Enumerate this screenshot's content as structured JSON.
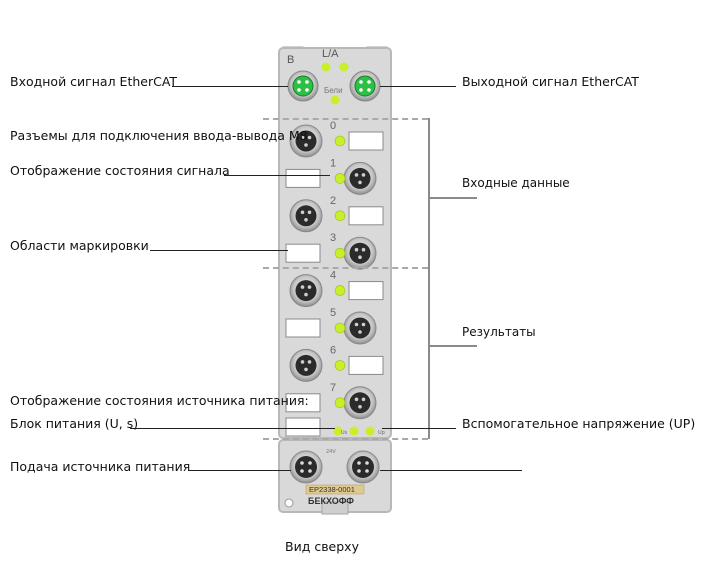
{
  "device": {
    "top_label_b": "B",
    "top_label_la": "L/A",
    "port_label": "Бели",
    "voltage_label": "24V",
    "supply_left": "Us",
    "supply_right": "Up",
    "model": "EP2338-0001",
    "brand": "БЕКХОФФ",
    "channels": [
      "0",
      "1",
      "2",
      "3",
      "4",
      "5",
      "6",
      "7"
    ]
  },
  "labels": {
    "ethercat_in": "Входной сигнал EtherCAT",
    "ethercat_out": "Выходной сигнал EtherCAT",
    "m8_connectors": "Разъемы для подключения ввода-вывода M8",
    "signal_status": "Отображение состояния сигнала",
    "marking_areas": "Области маркировки",
    "power_status": "Отображение состояния источника питания:",
    "power_unit": "Блок питания (U, s)",
    "power_supply": "Подача источника питания",
    "input_data": "Входные данные",
    "results": "Результаты",
    "aux_voltage": "Вспомогательное напряжение (UP)"
  },
  "caption": "Вид сверху",
  "colors": {
    "module_body": "#d9d9d9",
    "module_edge": "#b8b8b8",
    "led_green": "#c8ef2a",
    "port_green": "#2ec045",
    "port_dark": "#2b2b2b",
    "label_line": "#222222",
    "bracket": "#8a8a8a"
  }
}
